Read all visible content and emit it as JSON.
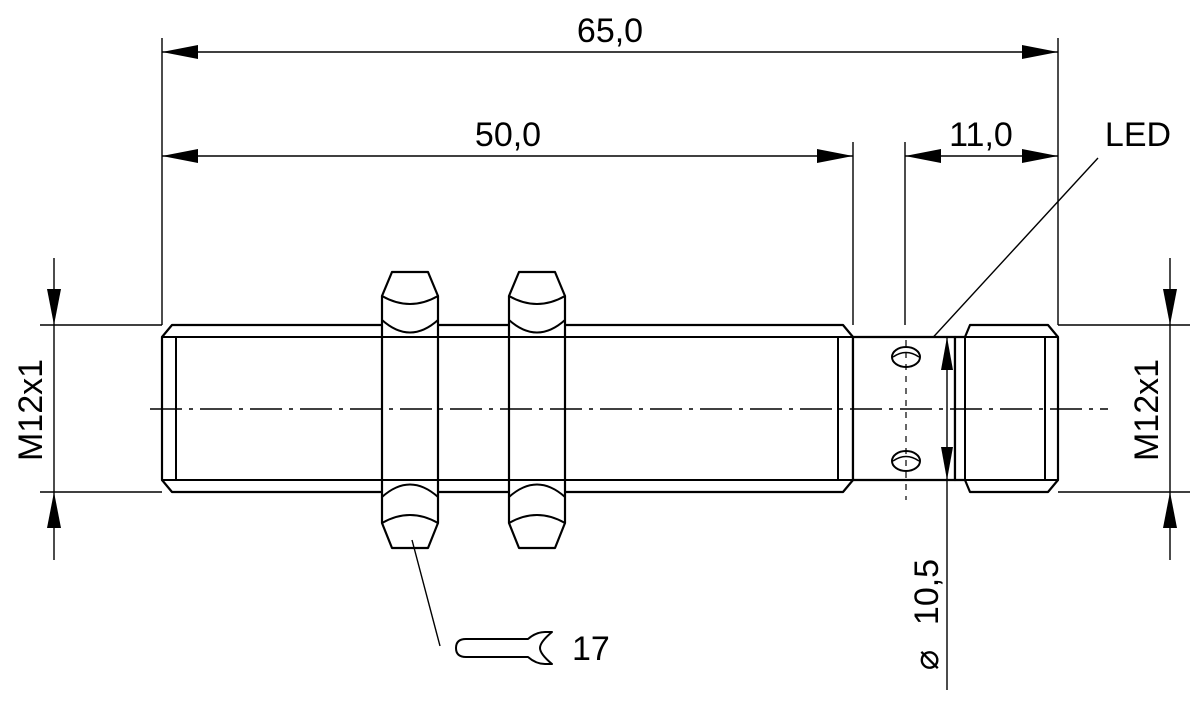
{
  "dimensions": {
    "overall_length": "65,0",
    "thread_length": "50,0",
    "head_length": "11,0",
    "thread_left": "M12x1",
    "thread_right": "M12x1",
    "head_diameter_symbol": "⌀",
    "head_diameter": "10,5"
  },
  "labels": {
    "led": "LED",
    "wrench_size": "17"
  },
  "icons": {
    "wrench": "wrench-icon",
    "diameter": "diameter-symbol"
  }
}
